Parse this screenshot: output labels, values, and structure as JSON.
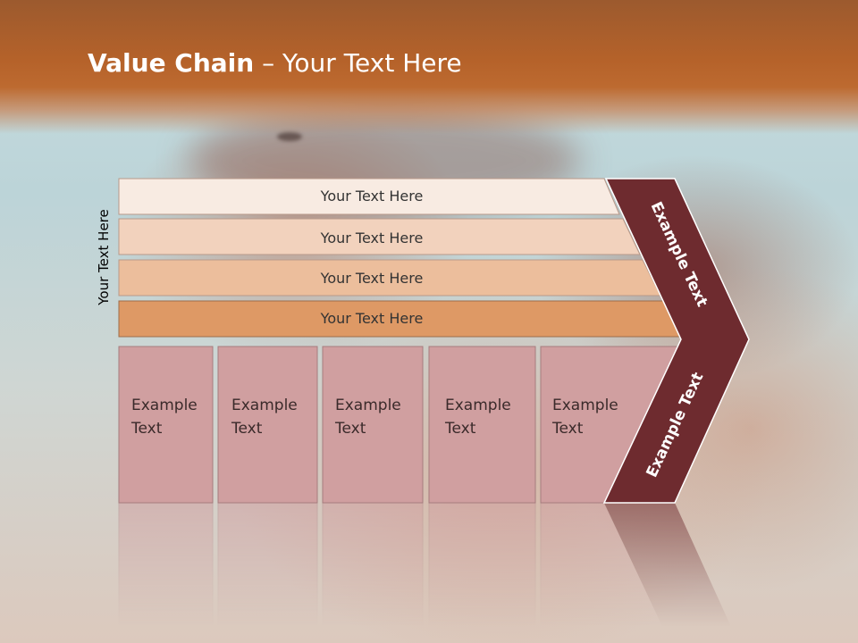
{
  "slide": {
    "title_bold": "Value Chain",
    "title_rest": " – Your Text Here",
    "side_label": "Your Text Here"
  },
  "bars": [
    {
      "label": "Your Text Here",
      "color": "#f8ebe2"
    },
    {
      "label": "Your Text Here",
      "color": "#f2d2bd"
    },
    {
      "label": "Your Text Here",
      "color": "#ecbe9c"
    },
    {
      "label": "Your Text Here",
      "color": "#de9965"
    }
  ],
  "boxes": [
    {
      "line1": "Example",
      "line2": "Text"
    },
    {
      "line1": "Example",
      "line2": "Text"
    },
    {
      "line1": "Example",
      "line2": "Text"
    },
    {
      "line1": "Example",
      "line2": "Text"
    },
    {
      "line1": "Example",
      "line2": "Text"
    }
  ],
  "chevron": {
    "upper_label": "Example Text",
    "lower_label": "Example Text",
    "color": "#6e2b2f"
  },
  "colors": {
    "box_fill": "#d09fa0",
    "header": "#b5622a"
  }
}
